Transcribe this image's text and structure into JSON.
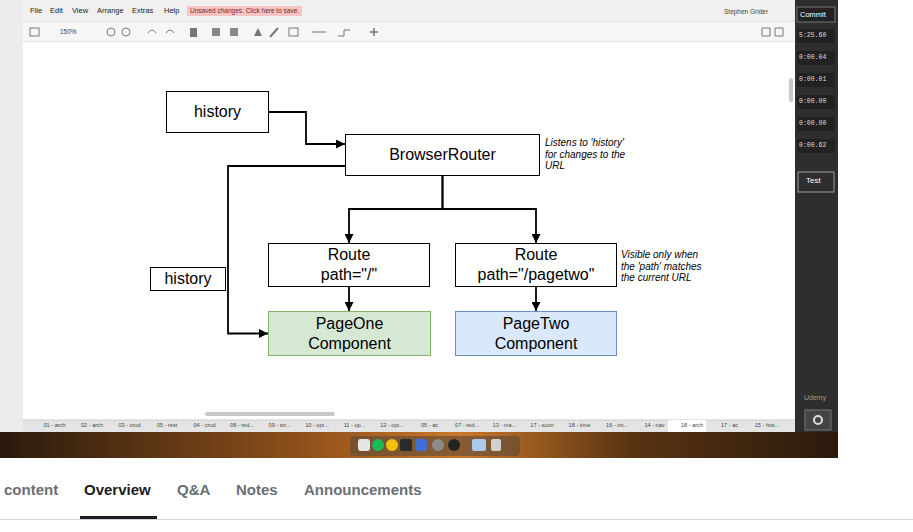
{
  "diagram": {
    "nodes": [
      {
        "text": [
          "history"
        ]
      },
      {
        "text": [
          "BrowserRouter"
        ]
      },
      {
        "text": [
          "Route path=\"/\""
        ]
      },
      {
        "text": [
          "Route path=\"/pagetwo\""
        ]
      },
      {
        "text": [
          "history"
        ]
      },
      {
        "text": [
          "PageOne Component"
        ]
      },
      {
        "text": [
          "PageTwo Component"
        ]
      }
    ],
    "edges": [
      {
        "from": 0,
        "to": 1,
        "arrow": "to"
      },
      {
        "from": 1,
        "to": 2,
        "arrow": "to"
      },
      {
        "from": 1,
        "to": 3,
        "arrow": "to"
      },
      {
        "from": 1,
        "to": 5,
        "arrow": "to"
      },
      {
        "from": 2,
        "to": 5,
        "arrow": "to"
      },
      {
        "from": 3,
        "to": 6,
        "arrow": "to"
      }
    ],
    "labels": [
      "File",
      "Edit",
      "View",
      "Arrange",
      "Extras",
      "Help",
      "Unsaved changes. Click here to save.",
      "Stephen Grider",
      "150%",
      "Listens to 'history' for changes to the URL",
      "Visible only when the 'path' matches the current URL",
      "01 - arch",
      "02 - arch",
      "03 - crud",
      "05 - rest",
      "04 - crud",
      "08 - red...",
      "09 - str...",
      "10 - opt...",
      "11 - up...",
      "12 - opt...",
      "05 - ac",
      "07 - red...",
      "13 - ma...",
      "17 - soon",
      "18 - time",
      "16 - int...",
      "14 - nav",
      "18 - arch",
      "17 - ac",
      "15 - hist...",
      "Commit",
      "5:25.60",
      "0:00.04",
      "0:00.01",
      "0:00.00",
      "0:00.00",
      "0:00.62",
      "Test",
      "Udemy",
      "content",
      "Overview",
      "Q&A",
      "Notes",
      "Announcements"
    ]
  }
}
